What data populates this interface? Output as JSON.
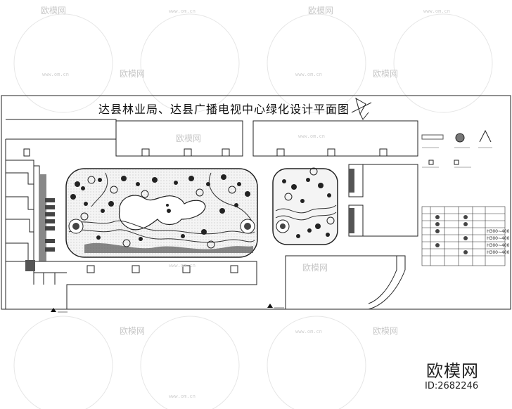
{
  "drawing": {
    "title": "达县林业局、达县广播电视中心绿化设计平面图"
  },
  "brand": {
    "name": "欧模网",
    "id_text": "ID:2682246"
  },
  "watermarks": {
    "logo_text": "欧模网",
    "url_text": "www.om.cn"
  },
  "legend_table": {
    "rows": [
      "",
      "H300~400",
      "H300~400",
      "H300~400",
      "H300~400",
      ""
    ]
  }
}
